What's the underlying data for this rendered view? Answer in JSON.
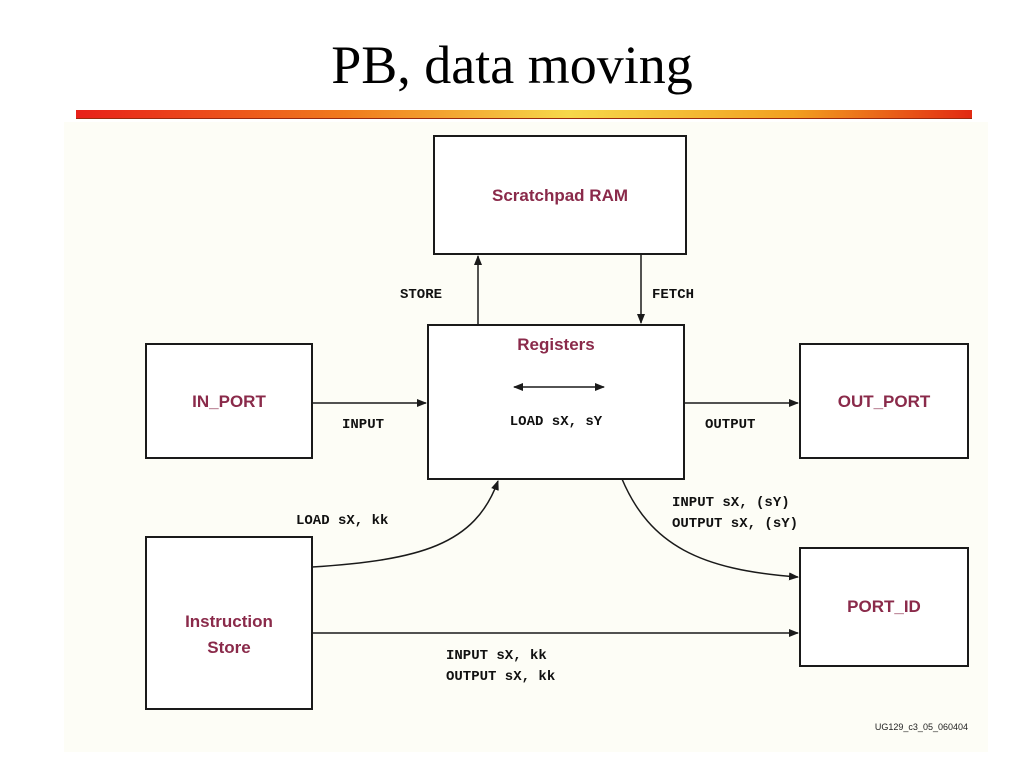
{
  "slide": {
    "title": "PB, data moving"
  },
  "diagram": {
    "boxes": {
      "scratchpad_ram": "Scratchpad RAM",
      "registers": "Registers",
      "in_port": "IN_PORT",
      "out_port": "OUT_PORT",
      "instruction_store_line1": "Instruction",
      "instruction_store_line2": "Store",
      "port_id": "PORT_ID"
    },
    "labels": {
      "store": "STORE",
      "fetch": "FETCH",
      "input": "INPUT",
      "output": "OUTPUT",
      "load_sx_sy": "LOAD sX, sY",
      "load_sx_kk": "LOAD sX, kk",
      "input_sx_sy": "INPUT sX, (sY)",
      "output_sx_sy": "OUTPUT sX, (sY)",
      "input_sx_kk": "INPUT sX, kk",
      "output_sx_kk": "OUTPUT sX, kk"
    },
    "figure_id": "UG129_c3_05_060404",
    "colors": {
      "box_label": "#8a2a4a",
      "lines": "#1a1a1a",
      "background": "#fdfdf6"
    }
  }
}
